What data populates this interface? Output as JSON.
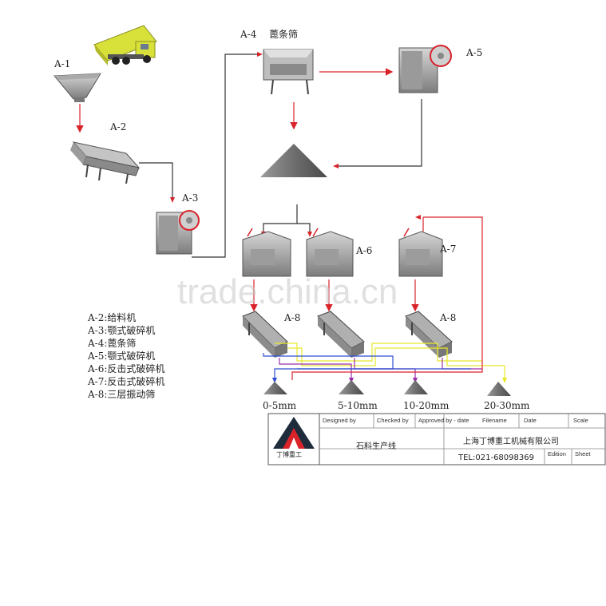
{
  "labels": {
    "a1": "A-1",
    "a2": "A-2",
    "a3": "A-3",
    "a4": "A-4",
    "a4_name": "蓖条筛",
    "a5": "A-5",
    "a6": "A-6",
    "a7": "A-7",
    "a8_left": "A-8",
    "a8_right": "A-8"
  },
  "legend": [
    "A-2:给料机",
    "A-3:颚式破碎机",
    "A-4:蓖条筛",
    "A-5:颚式破碎机",
    "A-6:反击式破碎机",
    "A-7:反击式破碎机",
    "A-8:三层振动筛"
  ],
  "products": [
    "0-5mm",
    "5-10mm",
    "10-20mm",
    "20-30mm"
  ],
  "title_block": {
    "designed_by": "Designed by",
    "checked_by": "Checked by",
    "approved_by": "Approved by - date",
    "filename": "Filename",
    "date": "Date",
    "scale": "Scale",
    "title": "石料生产线",
    "company": "上海丁博重工机械有限公司",
    "tel": "TEL:021-68098369",
    "edition": "Edition",
    "sheet": "Sheet",
    "logo_text": "丁博重工"
  },
  "watermark": "trade.china.cn",
  "colors": {
    "arrow_red": "#d9232a",
    "line_dark": "#333333",
    "feed_yellow": "#e8e82a",
    "flow_blue": "#2f4fd0",
    "flow_purple": "#9b2fa8",
    "truck_yellow": "#d8e03a",
    "machine_gray": "#8a8a8a",
    "logo_red": "#d9232a",
    "logo_dark": "#1e2b3a"
  }
}
